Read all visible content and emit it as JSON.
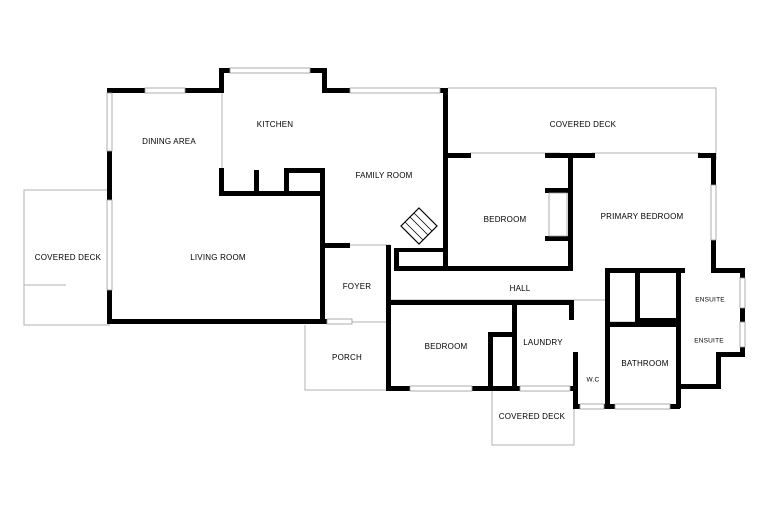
{
  "rooms": {
    "dining_area": "DINING AREA",
    "kitchen": "KITCHEN",
    "family_room": "FAMILY ROOM",
    "covered_deck_top": "COVERED DECK",
    "bedroom_2": "BEDROOM",
    "primary_bedroom": "PRIMARY BEDROOM",
    "covered_deck_left": "COVERED DECK",
    "living_room": "LIVING ROOM",
    "foyer": "FOYER",
    "hall": "HALL",
    "ensuite_1": "ENSUITE",
    "ensuite_2": "ENSUITE",
    "porch": "PORCH",
    "bedroom_3": "BEDROOM",
    "laundry": "LAUNDRY",
    "wc": "W.C",
    "bathroom": "BATHROOM",
    "covered_deck_bottom": "COVERED DECK"
  },
  "colors": {
    "wall": "#000000",
    "background": "#ffffff",
    "window": "#9a9a9a"
  }
}
